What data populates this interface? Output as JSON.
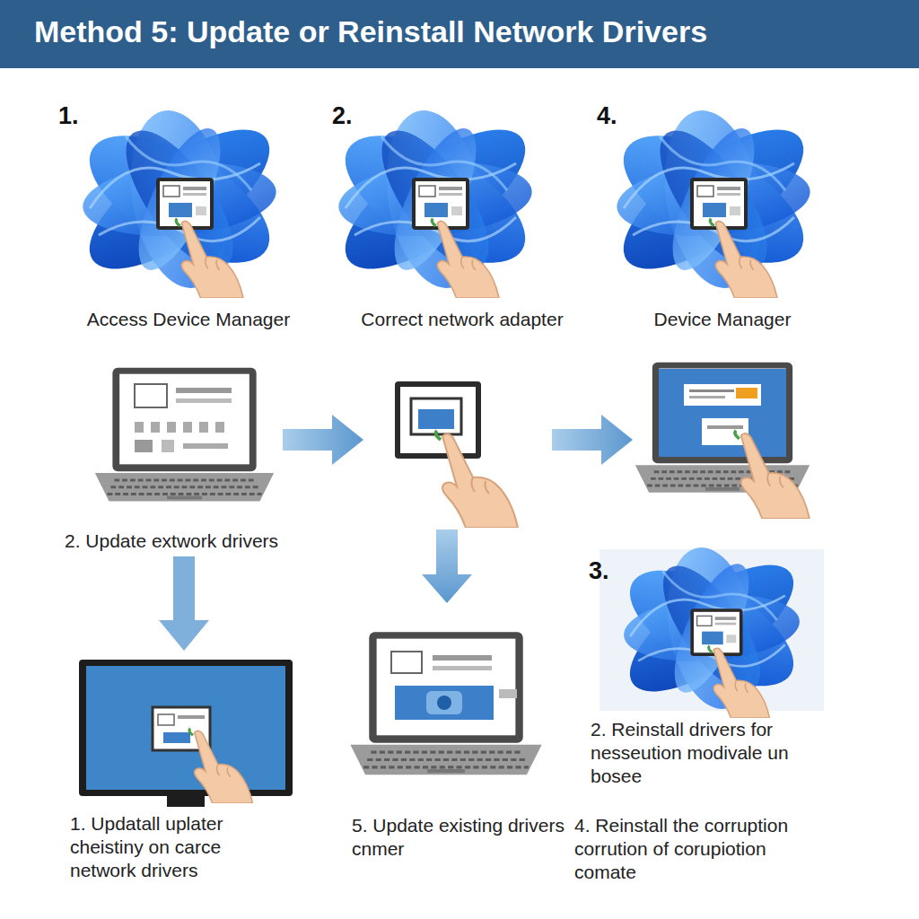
{
  "diagram": {
    "title": "Method 5: Update or Reinstall Network Drivers",
    "nodes": [
      {
        "text": [
          "1.",
          "Access Device Manager"
        ]
      },
      {
        "text": [
          "2.",
          "Correct network adapter"
        ]
      },
      {
        "text": [
          "4.",
          "Device Manager"
        ]
      },
      {
        "text": [
          "2. Update extwork drivers"
        ]
      },
      {
        "text": [
          "3.",
          "2. Reinstall drivers for nesseution modivale un bosee"
        ]
      },
      {
        "text": [
          "1. Updatall uplater cheistiny on carce network drivers"
        ]
      },
      {
        "text": [
          "5. Update existing drivers cnmer"
        ]
      }
    ],
    "edges": [
      {
        "from": 3,
        "to": 5,
        "arrow": "to"
      }
    ],
    "labels": [
      "4. Reinstall the corruption corrution of corupiotion comate"
    ]
  }
}
